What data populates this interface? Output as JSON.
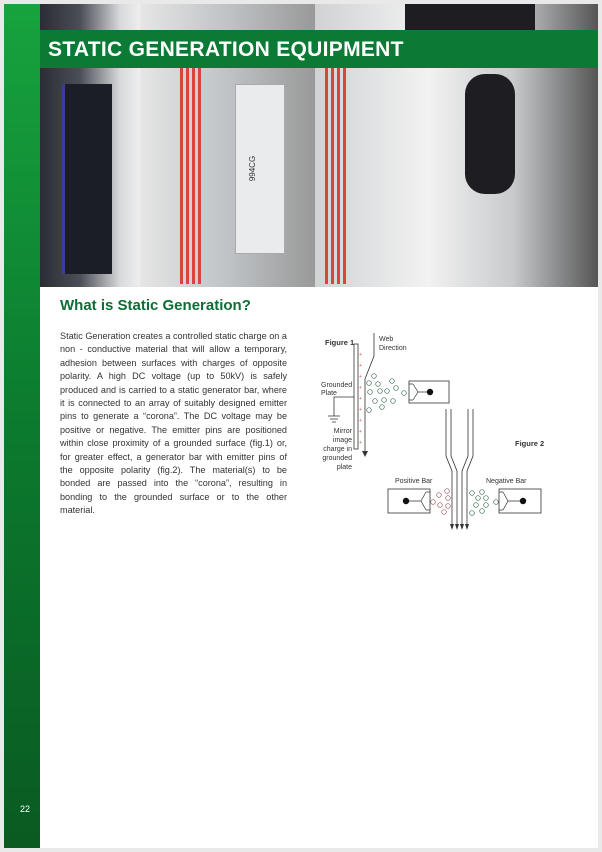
{
  "header": {
    "title": "STATIC GENERATION EQUIPMENT"
  },
  "section": {
    "heading": "What is Static Generation?",
    "body": "Static Generation creates a controlled static charge on a non - conductive material that will allow a temporary, adhesion between surfaces with charges of opposite polarity. A high DC voltage (up to 50kV) is safely produced and is carried to a static generator bar, where it is connected to an array of suitably designed emitter pins to generate a “corona”. The DC voltage may be positive or negative. The emitter pins are positioned within close proximity of a grounded surface (fig.1) or, for greater effect, a generator bar with emitter pins of the opposite polarity (fig.2). The material(s) to be bonded are passed into the “corona”, resulting in bonding to the grounded surface or to the other material."
  },
  "figure": {
    "fig1_label": "Figure 1",
    "web": "Web",
    "direction": "Direction",
    "grounded": "Grounded",
    "plate": "Plate",
    "mirror": [
      "Mirror",
      "image",
      "charge in",
      "grounded",
      "plate"
    ],
    "fig2_label": "Figure 2",
    "positive_bar": "Positive Bar",
    "negative_bar": "Negative Bar"
  },
  "photo": {
    "label_text": "994CG"
  },
  "footer": {
    "page_number": "22"
  }
}
